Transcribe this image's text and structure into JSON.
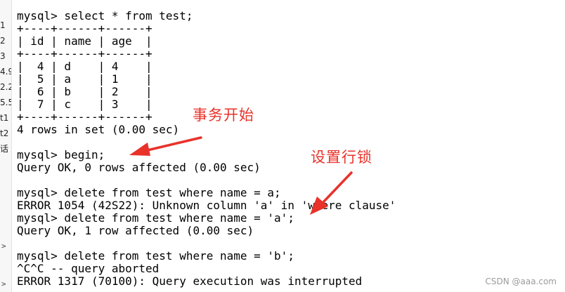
{
  "gutter": {
    "labels": [
      "1",
      "2",
      "3",
      "4.9",
      "2.2",
      "5.5",
      "t1",
      "t2",
      "话"
    ],
    "arrows": [
      ">",
      ">"
    ]
  },
  "terminal": {
    "lines": [
      "mysql> select * from test;",
      "+----+------+------+",
      "| id | name | age  |",
      "+----+------+------+",
      "|  4 | d    | 4    |",
      "|  5 | a    | 1    |",
      "|  6 | b    | 2    |",
      "|  7 | c    | 3    |",
      "+----+------+------+",
      "4 rows in set (0.00 sec)",
      "",
      "mysql> begin;",
      "Query OK, 0 rows affected (0.00 sec)",
      "",
      "mysql> delete from test where name = a;",
      "ERROR 1054 (42S22): Unknown column 'a' in 'where clause'",
      "mysql> delete from test where name = 'a';",
      "Query OK, 1 row affected (0.00 sec)",
      "",
      "mysql> delete from test where name = 'b';",
      "^C^C -- query aborted",
      "ERROR 1317 (70100): Query execution was interrupted"
    ]
  },
  "annotations": {
    "transaction_start": "事务开始",
    "set_row_lock": "设置行锁"
  },
  "colors": {
    "annotation": "#e8322a",
    "terminal_text": "#000000",
    "background": "#ffffff"
  },
  "watermark": "CSDN @aaa.com"
}
